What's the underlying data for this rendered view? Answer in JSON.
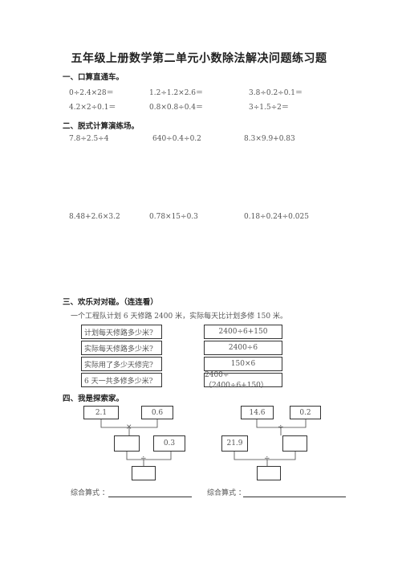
{
  "title": "五年级上册数学第二单元小数除法解决问题练习题",
  "s1": {
    "heading": "一、口算直通车。",
    "row1": [
      "0÷2.4×28＝",
      "1.2÷1.2×2.6＝",
      "3.8÷0.2÷0.1＝"
    ],
    "row2": [
      "4.2×2÷0.1＝",
      "0.8×0.8÷0.4＝",
      "3÷1.5÷2＝"
    ]
  },
  "s2": {
    "heading": "二、脱式计算演练场。",
    "row1": [
      "7.8÷2.5÷4",
      "640÷0.4÷0.2",
      "8.3×9.9+0.83"
    ],
    "row2": [
      "8.48+2.6×3.2",
      "0.78×15÷0.3",
      "0.18÷0.24÷0.025"
    ]
  },
  "s3": {
    "heading": "三、欢乐对对碰。（连连看）",
    "problem": "一个工程队计划 6 天修路 2400 米，实际每天比计划多修 150 米。",
    "questions": [
      "计划每天修路多少米?",
      "实际每天修路多少米?",
      "实际用了多少天修完?",
      "6 天一共多修多少米?"
    ],
    "formulas": [
      "2400÷6+150",
      "2400÷6",
      "150×6",
      "2400÷（2400÷6+150）"
    ]
  },
  "s4": {
    "heading": "四、我是探索家。",
    "left": {
      "a": "2.1",
      "b": "0.6",
      "op1": "×",
      "c": "",
      "d": "0.3",
      "op2": "÷",
      "e": ""
    },
    "right": {
      "a": "14.6",
      "b": "0.2",
      "op1": "÷",
      "c": "21.9",
      "d": "",
      "op2": "÷",
      "e": ""
    },
    "label": "综合算式 ："
  }
}
